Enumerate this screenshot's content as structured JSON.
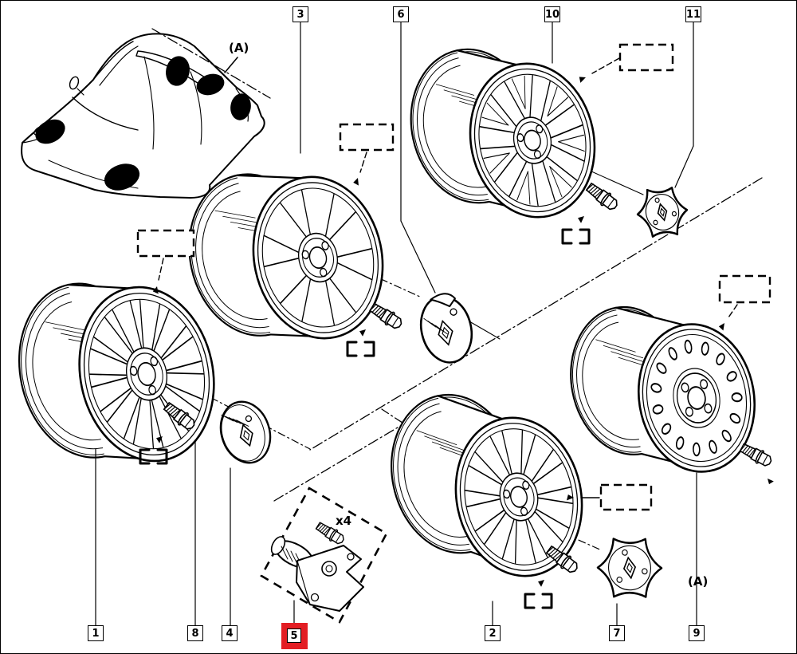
{
  "diagram_type": "exploded-wheel-parts-diagram",
  "colors": {
    "background": "#ffffff",
    "ink": "#000000",
    "highlight": "#e31e24"
  },
  "annotations": [
    {
      "id": "vehicle-wheel-locations",
      "text": "(A)"
    },
    {
      "id": "steel-wheel-variant",
      "text": "(A)"
    },
    {
      "id": "bolt-quantity",
      "text": "x4"
    }
  ],
  "callouts": [
    {
      "label": "3",
      "row": "top",
      "highlighted": false,
      "part_icon": "alloy-wheel-6-spoke-icon"
    },
    {
      "label": "6",
      "row": "top",
      "highlighted": false,
      "part_icon": "wheel-center-cap-icon"
    },
    {
      "label": "10",
      "row": "top",
      "highlighted": false,
      "part_icon": "alloy-wheel-7-spoke-icon"
    },
    {
      "label": "11",
      "row": "top",
      "highlighted": false,
      "part_icon": "wheel-center-cap-star-icon"
    },
    {
      "label": "1",
      "row": "bottom",
      "highlighted": false,
      "part_icon": "alloy-wheel-multi-spoke-icon"
    },
    {
      "label": "8",
      "row": "bottom",
      "highlighted": false,
      "part_icon": "wheel-bolt-icon"
    },
    {
      "label": "4",
      "row": "bottom",
      "highlighted": false,
      "part_icon": "wheel-trim-cap-icon"
    },
    {
      "label": "5",
      "row": "bottom",
      "highlighted": true,
      "part_icon": "spare-wheel-carrier-kit-icon"
    },
    {
      "label": "2",
      "row": "bottom",
      "highlighted": false,
      "part_icon": "alloy-wheel-10-spoke-icon"
    },
    {
      "label": "7",
      "row": "bottom",
      "highlighted": false,
      "part_icon": "wheel-center-cap-star-icon"
    },
    {
      "label": "9",
      "row": "bottom",
      "highlighted": false,
      "part_icon": "steel-wheel-icon"
    }
  ]
}
